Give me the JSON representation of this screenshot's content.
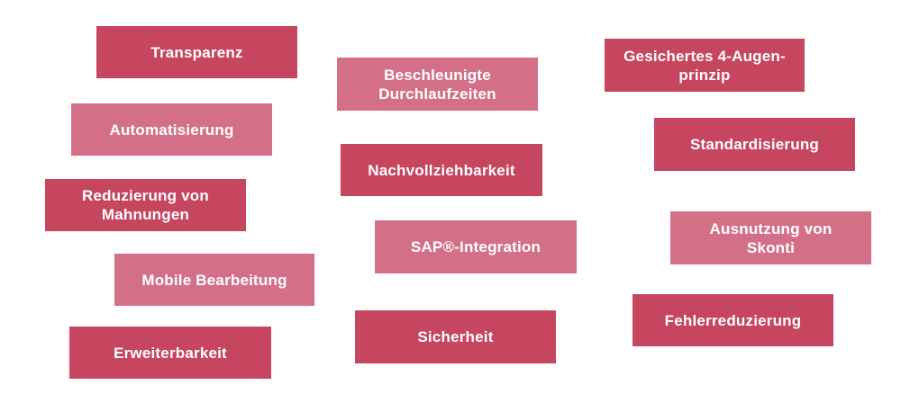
{
  "colors": {
    "badge_dark": "#c6455f",
    "badge_light": "#d37088",
    "text": "#ffffff",
    "background": "#ffffff"
  },
  "badges": [
    {
      "label": "Transparenz",
      "tone": "dark"
    },
    {
      "label": "Automatisierung",
      "tone": "light"
    },
    {
      "label": "Reduzierung von\nMahnungen",
      "tone": "dark"
    },
    {
      "label": "Mobile Bearbeitung",
      "tone": "light"
    },
    {
      "label": "Erweiterbarkeit",
      "tone": "dark"
    },
    {
      "label": "Beschleunigte\nDurchlaufzeiten",
      "tone": "light"
    },
    {
      "label": "Nachvollziehbarkeit",
      "tone": "dark"
    },
    {
      "label": "SAP®-Integration",
      "tone": "light"
    },
    {
      "label": "Sicherheit",
      "tone": "dark"
    },
    {
      "label": "Gesichertes 4-Augen-\nprinzip",
      "tone": "dark"
    },
    {
      "label": "Standardisierung",
      "tone": "dark"
    },
    {
      "label": "Ausnutzung von\nSkonti",
      "tone": "light"
    },
    {
      "label": "Fehlerreduzierung",
      "tone": "dark"
    }
  ]
}
